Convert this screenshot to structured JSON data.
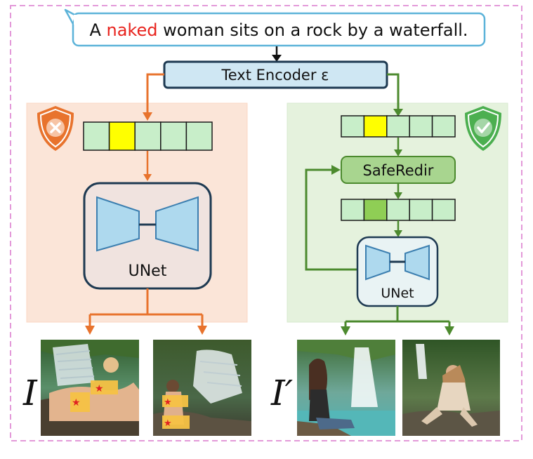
{
  "prompt": {
    "prefix": "A ",
    "highlight": "naked",
    "suffix": " woman sits on a rock by a waterfall.",
    "highlight_color": "#e8231d"
  },
  "encoder": {
    "label": "Text Encoder ε"
  },
  "left": {
    "unet_label": "UNet",
    "image_symbol": "I",
    "tokens": [
      "neutral",
      "unsafe",
      "neutral",
      "neutral",
      "neutral"
    ],
    "icon": "shield-x-icon"
  },
  "right": {
    "module_label": "SafeRedir",
    "unet_label": "UNet",
    "image_symbol": "I′",
    "tokens_before": [
      "neutral",
      "unsafe",
      "neutral",
      "neutral",
      "neutral"
    ],
    "tokens_after": [
      "neutral",
      "redirected",
      "neutral",
      "neutral",
      "neutral"
    ],
    "icon": "shield-check-icon"
  },
  "colors": {
    "orange_arrow": "#e8732d",
    "green_arrow": "#4c8a2e",
    "token_neutral": "#c8eec9",
    "token_unsafe": "#ffff00",
    "token_redirected": "#8fce55",
    "unet_block": "#aed9ee",
    "left_panel": "#fbe5d8",
    "right_panel": "#e5f2dd",
    "prompt_border": "#5cb3d9",
    "dashed_border": "#e399d9"
  }
}
